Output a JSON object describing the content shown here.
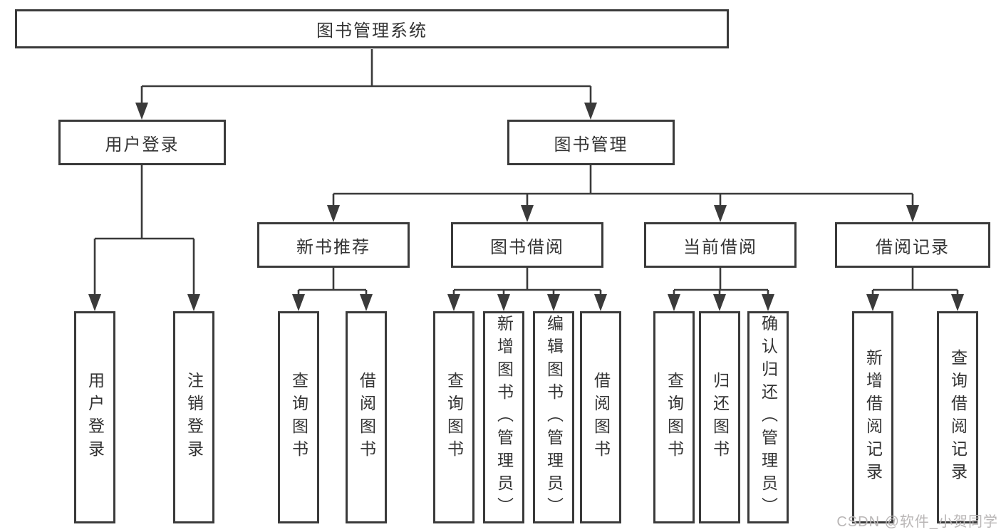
{
  "diagram": {
    "title": "图书管理系统",
    "nodes": {
      "root": {
        "label": "图书管理系统"
      },
      "user_login": {
        "label": "用户登录"
      },
      "book_mgmt": {
        "label": "图书管理"
      },
      "new_book": {
        "label": "新书推荐"
      },
      "borrowing": {
        "label": "图书借阅"
      },
      "current": {
        "label": "当前借阅"
      },
      "records": {
        "label": "借阅记录"
      },
      "leaf_login": {
        "label": "用户登录"
      },
      "leaf_logout": {
        "label": "注销登录"
      },
      "leaf_nb_query": {
        "label": "查询图书"
      },
      "leaf_nb_borrow": {
        "label": "借阅图书"
      },
      "leaf_bb_query": {
        "label": "查询图书"
      },
      "leaf_bb_add": {
        "label": "新增图书（管理员）"
      },
      "leaf_bb_edit": {
        "label": "编辑图书（管理员）"
      },
      "leaf_bb_borrow": {
        "label": "借阅图书"
      },
      "leaf_cb_query": {
        "label": "查询图书"
      },
      "leaf_cb_return": {
        "label": "归还图书"
      },
      "leaf_cb_confirm": {
        "label": "确认归还（管理员）"
      },
      "leaf_br_add": {
        "label": "新增借阅记录"
      },
      "leaf_br_query": {
        "label": "查询借阅记录"
      }
    },
    "hierarchy": {
      "图书管理系统": {
        "用户登录": [
          "用户登录",
          "注销登录"
        ],
        "图书管理": {
          "新书推荐": [
            "查询图书",
            "借阅图书"
          ],
          "图书借阅": [
            "查询图书",
            "新增图书（管理员）",
            "编辑图书（管理员）",
            "借阅图书"
          ],
          "当前借阅": [
            "查询图书",
            "归还图书",
            "确认归还（管理员）"
          ],
          "借阅记录": [
            "新增借阅记录",
            "查询借阅记录"
          ]
        }
      }
    },
    "colors": {
      "line": "#3a3a3a",
      "text": "#333333",
      "box_background": "#ffffff",
      "watermark": "#b9b6b6",
      "background": "#ffffff"
    }
  },
  "watermark": "CSDN @软件_小贺同学"
}
